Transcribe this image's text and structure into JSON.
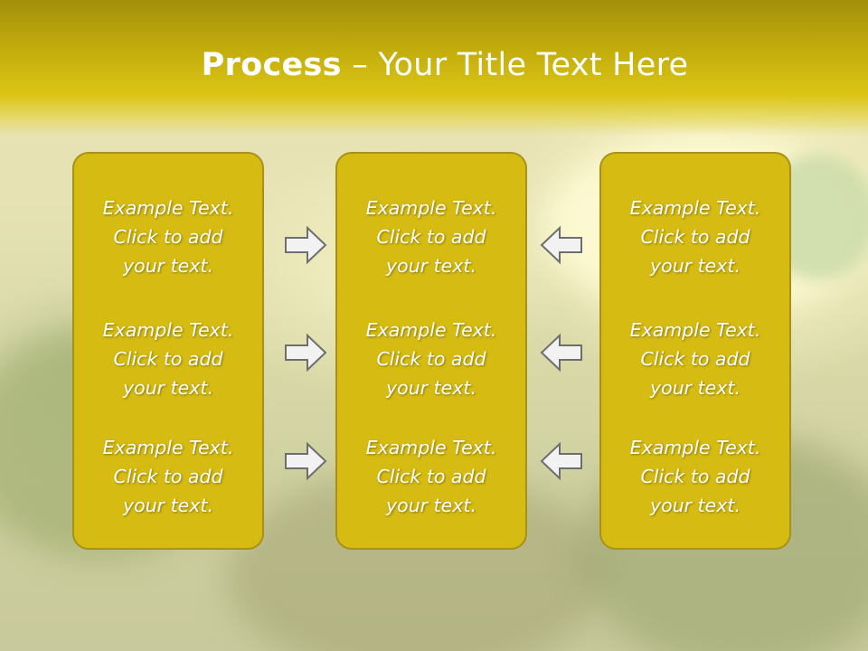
{
  "title": {
    "bold": "Process",
    "rest": " – Your Title Text Here"
  },
  "colors": {
    "title_band": "#c1ab0c",
    "box_fill": "#d6bb12",
    "box_border": "#a89116",
    "arrow_fill": "#f2f2f2",
    "arrow_stroke": "#6e6e6e"
  },
  "columns": [
    {
      "items": [
        {
          "line1": "Example Text.",
          "line2": "Click  to add",
          "line3": "your text."
        },
        {
          "line1": "Example Text.",
          "line2": "Click  to add",
          "line3": "your text."
        },
        {
          "line1": "Example Text.",
          "line2": "Click  to add",
          "line3": "your text."
        }
      ]
    },
    {
      "items": [
        {
          "line1": "Example Text.",
          "line2": "Click  to add",
          "line3": "your text."
        },
        {
          "line1": "Example Text.",
          "line2": "Click  to add",
          "line3": "your text."
        },
        {
          "line1": "Example Text.",
          "line2": "Click  to add",
          "line3": "your text."
        }
      ]
    },
    {
      "items": [
        {
          "line1": "Example Text.",
          "line2": "Click  to add",
          "line3": "your text."
        },
        {
          "line1": "Example Text.",
          "line2": "Click  to add",
          "line3": "your text."
        },
        {
          "line1": "Example Text.",
          "line2": "Click  to add",
          "line3": "your text."
        }
      ]
    }
  ],
  "arrows": {
    "left_group": "right-arrow-icon",
    "right_group": "left-arrow-icon"
  }
}
